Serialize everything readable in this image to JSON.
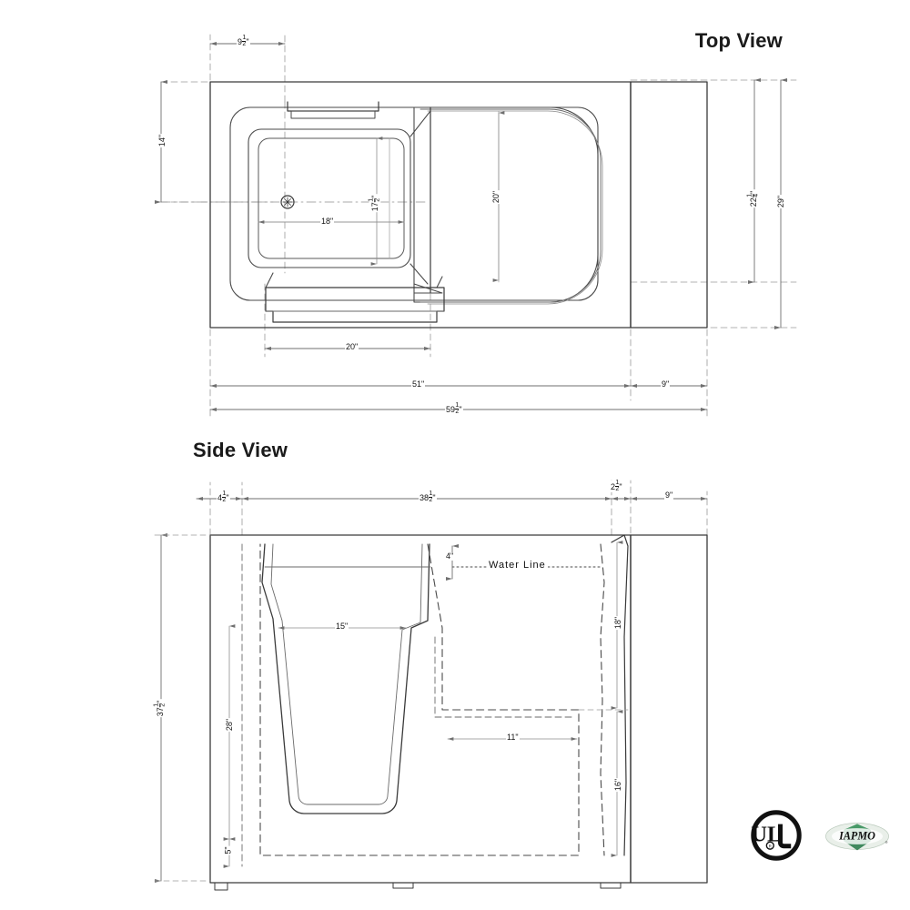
{
  "document": {
    "kind": "walk-in-bathtub-dimension-drawing",
    "titles": {
      "top_view": "Top View",
      "side_view": "Side View"
    },
    "annotations": {
      "water_line": "Water Line"
    }
  },
  "top_view": {
    "dimensions": {
      "inset_left": {
        "whole": "9",
        "num": "1",
        "den": "2",
        "unit": "\""
      },
      "left_offset_vertical": {
        "whole": "14",
        "num": "",
        "den": "",
        "unit": "\""
      },
      "seat_depth_vertical": {
        "whole": "17",
        "num": "1",
        "den": "2",
        "unit": "\""
      },
      "seat_width": {
        "whole": "18",
        "num": "",
        "den": "",
        "unit": "\""
      },
      "basin_width_vertical": {
        "whole": "20",
        "num": "",
        "den": "",
        "unit": "\""
      },
      "inner_depth_vertical": {
        "whole": "22",
        "num": "1",
        "den": "4",
        "unit": "\""
      },
      "outer_depth_vertical": {
        "whole": "29",
        "num": "",
        "den": "",
        "unit": "\""
      },
      "door_width": {
        "whole": "20",
        "num": "",
        "den": "",
        "unit": "\""
      },
      "tub_length": {
        "whole": "51",
        "num": "",
        "den": "",
        "unit": "\""
      },
      "overall_length": {
        "whole": "59",
        "num": "1",
        "den": "2",
        "unit": "\""
      },
      "apron_extension": {
        "whole": "9",
        "num": "",
        "den": "",
        "unit": "\""
      }
    }
  },
  "side_view": {
    "dimensions": {
      "left_inset": {
        "whole": "4",
        "num": "1",
        "den": "2",
        "unit": "\""
      },
      "body_length": {
        "whole": "38",
        "num": "1",
        "den": "2",
        "unit": "\""
      },
      "right_inset": {
        "whole": "2",
        "num": "1",
        "den": "2",
        "unit": "\""
      },
      "panel_width": {
        "whole": "9",
        "num": "",
        "den": "",
        "unit": "\""
      },
      "waterline_drop": {
        "whole": "4",
        "num": "",
        "den": "",
        "unit": "\""
      },
      "seat_to_rim": {
        "whole": "18",
        "num": "",
        "den": "",
        "unit": "\""
      },
      "floor_length": {
        "whole": "15",
        "num": "",
        "den": "",
        "unit": "\""
      },
      "overall_height": {
        "whole": "37",
        "num": "1",
        "den": "2",
        "unit": "\""
      },
      "inner_height": {
        "whole": "28",
        "num": "",
        "den": "",
        "unit": "\""
      },
      "seat_depth": {
        "whole": "11",
        "num": "",
        "den": "",
        "unit": "\""
      },
      "seat_height": {
        "whole": "16",
        "num": "",
        "den": "",
        "unit": "\""
      },
      "base_height": {
        "whole": "5",
        "num": "",
        "den": "",
        "unit": "\""
      }
    }
  },
  "certifications": [
    {
      "name": "ul-mark",
      "label": "UL"
    },
    {
      "name": "iapmo-mark",
      "label": "IAPMO"
    }
  ],
  "colors": {
    "line": "#2b2b2b",
    "thin_line": "#6f6f6f",
    "dim_line": "#8a8a8a",
    "text": "#111111",
    "iapmo_green": "#2e7d4f"
  }
}
